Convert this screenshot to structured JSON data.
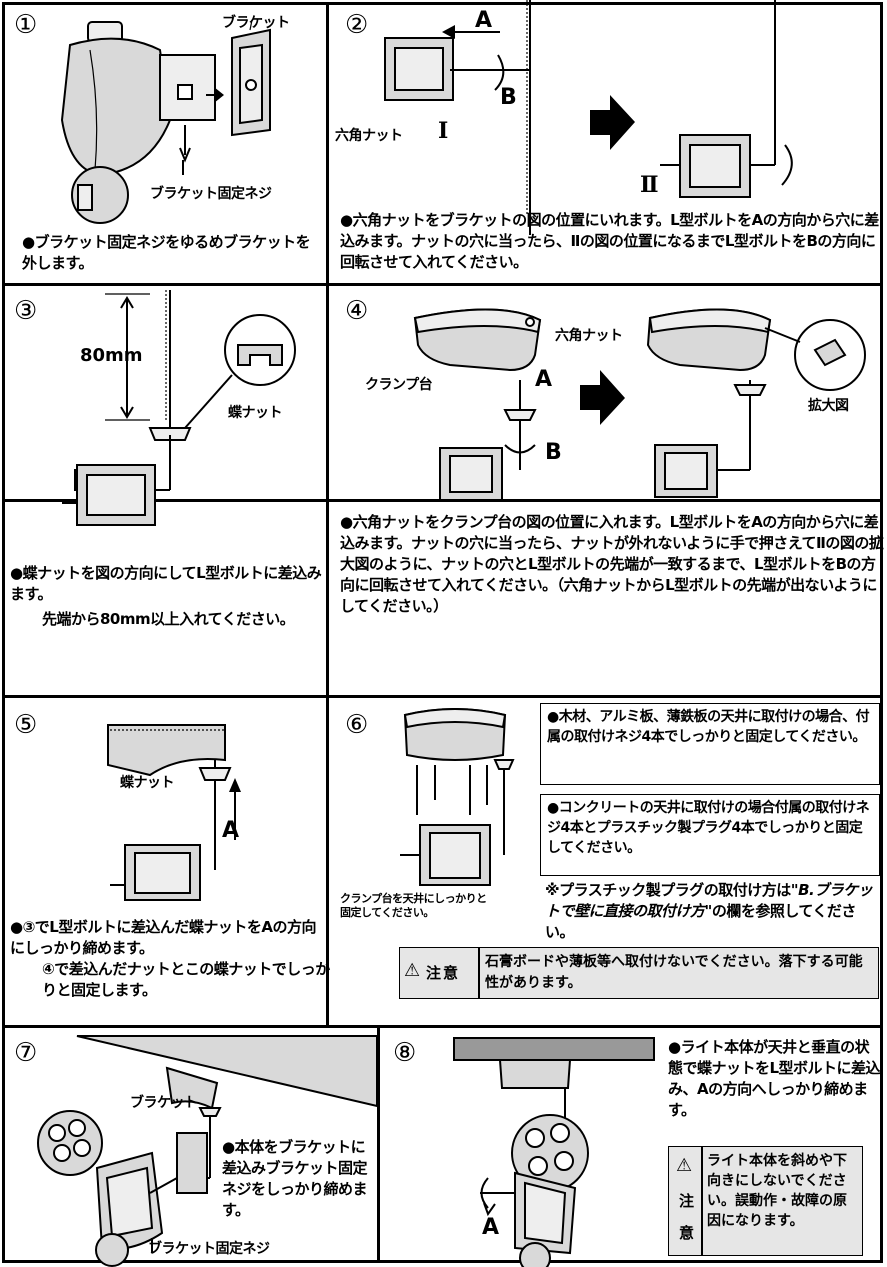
{
  "steps": [
    {
      "num": "①",
      "text": "●ブラケット固定ネジをゆるめブラケットを外します。",
      "labels": [
        "ブラケット",
        "ブラケット固定ネジ"
      ]
    },
    {
      "num": "②",
      "text": "●六角ナットをブラケットの図の位置にいれます。L型ボルトをAの方向から穴に差込みます。ナットの穴に当ったら、Ⅱの図の位置になるまでL型ボルトをBの方向に回転させて入れてください。",
      "labels": [
        "A",
        "B",
        "六角ナット",
        "Ⅰ",
        "Ⅱ"
      ]
    },
    {
      "num": "③",
      "text": "●蝶ナットを図の方向にしてL型ボルトに差込みます。",
      "text2": "先端から80mm以上入れてください。",
      "labels": [
        "80mm",
        "蝶ナット"
      ]
    },
    {
      "num": "④",
      "text": "●六角ナットをクランプ台の図の位置に入れます。L型ボルトをAの方向から穴に差込みます。ナットの穴に当ったら、ナットが外れないように手で押さえてⅡの図の拡大図のように、ナットの穴とL型ボルトの先端が一致するまで、L型ボルトをBの方向に回転させて入れてください。（六角ナットからL型ボルトの先端が出ないようにしてください。）",
      "labels": [
        "六角ナット",
        "クランプ台",
        "A",
        "B",
        "拡大図"
      ]
    },
    {
      "num": "⑤",
      "text": "●③でL型ボルトに差込んだ蝶ナットをAの方向にしっかり締めます。",
      "text2": "④で差込んだナットとこの蝶ナットでしっかりと固定します。",
      "labels": [
        "蝶ナット",
        "A"
      ]
    },
    {
      "num": "⑥",
      "box1": "●木材、アルミ板、薄鉄板の天井に取付けの場合、付属の取付けネジ4本でしっかりと固定してください。",
      "box2": "●コンクリートの天井に取付けの場合付属の取付けネジ4本とプラスチック製プラグ4本でしっかりと固定してください。",
      "note_pre": "※プラスチック製プラグの取付け方は",
      "note_bold": "\"B.ブラケットで壁に直接の取付け方\"",
      "note_post": "の欄を参照してください。",
      "caption": "クランプ台を天井にしっかりと固定してください。",
      "warning_label": "注意",
      "warning_text": "石膏ボードや薄板等へ取付けないでください。落下する可能性があります。"
    },
    {
      "num": "⑦",
      "text": "●本体をブラケットに差込みブラケット固定ネジをしっかり締めます。",
      "labels": [
        "ブラケット",
        "ブラケット固定ネジ"
      ]
    },
    {
      "num": "⑧",
      "text": "●ライト本体が天井と垂直の状態で蝶ナットをL型ボルトに差込み、Aの方向へしっかり締めます。",
      "labels": [
        "A"
      ],
      "warning_label": "注意",
      "warning_text": "ライト本体を斜めや下向きにしないでください。誤動作・故障の原因になります。"
    }
  ]
}
